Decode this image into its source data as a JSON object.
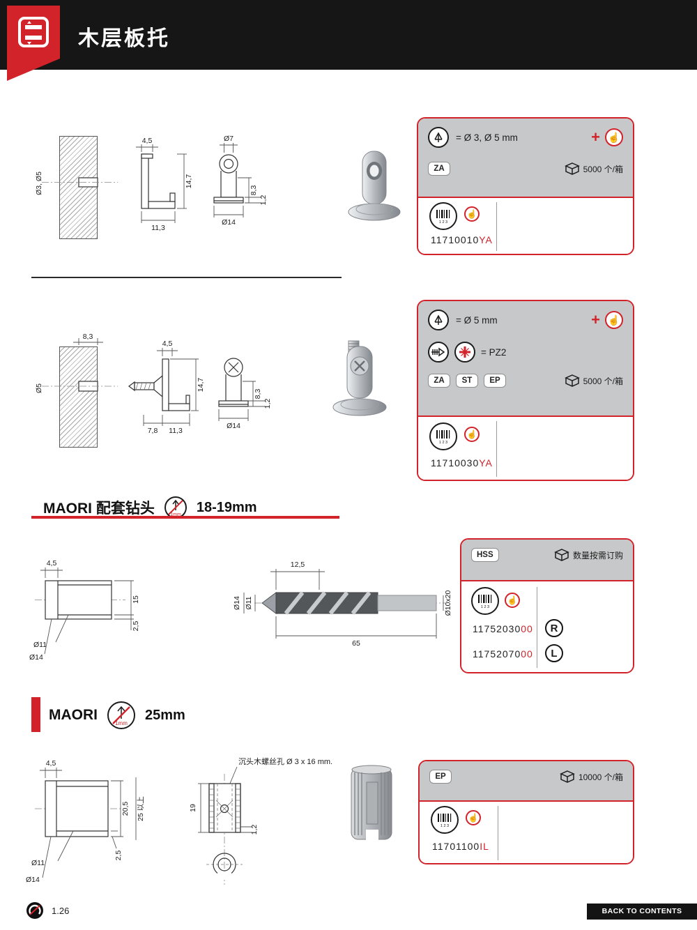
{
  "icons": {
    "barcode_label": "1 2 3",
    "hand": "☝",
    "depth": "1mm"
  },
  "header": {
    "title": "木层板托"
  },
  "p1": {
    "dims": {
      "dia": "Ø3, Ø5",
      "w_top": "4,5",
      "h": "14,7",
      "w_bot": "11,3",
      "dia_top": "Ø7",
      "h2": "8,3",
      "dia_base": "Ø14",
      "t": "1,2"
    },
    "box": {
      "spec": "= Ø 3, Ø 5 mm",
      "plus": "+",
      "mat": "ZA",
      "qty": "5000 个/箱",
      "code": "11710010",
      "code_suffix": "YA"
    }
  },
  "p2": {
    "dims": {
      "depth": "8,3",
      "w_top": "4,5",
      "dia": "Ø5",
      "h": "14,7",
      "w1": "7,8",
      "w2": "11,3",
      "dia_base": "Ø14",
      "h2": "8,3",
      "t": "1,2"
    },
    "box": {
      "spec": "= Ø 5 mm",
      "drive": "= PZ2",
      "plus": "+",
      "mat1": "ZA",
      "mat2": "ST",
      "mat3": "EP",
      "qty": "5000 个/箱",
      "code": "11710030",
      "code_suffix": "YA"
    }
  },
  "s1": {
    "title": "MAORI 配套钻头",
    "range": "18-19mm"
  },
  "p3": {
    "left": {
      "w": "4,5",
      "h": "15",
      "t": "2,5",
      "d1": "Ø11",
      "d2": "Ø14"
    },
    "right": {
      "w": "12,5",
      "d1": "Ø14",
      "d2": "Ø11",
      "len": "65",
      "shank": "Ø10x20"
    },
    "box": {
      "mat": "HSS",
      "qty": "数量按需订购",
      "code1": "11752030",
      "code1_suffix": "00",
      "hand1": "R",
      "code2": "11752070",
      "code2_suffix": "00",
      "hand2": "L"
    }
  },
  "s2": {
    "title": "MAORI",
    "size": "25mm"
  },
  "p4": {
    "left": {
      "w": "4,5",
      "h1": "20,5",
      "h2": "25 以上",
      "d1": "Ø11",
      "d2": "Ø14",
      "t": "2,5"
    },
    "mid": {
      "note": "沉头木螺丝孔 Ø 3 x 16 mm.",
      "h": "19",
      "t": "1,2"
    },
    "box": {
      "mat": "EP",
      "qty": "10000 个/箱",
      "code": "11701100",
      "code_suffix": "IL"
    }
  },
  "footer": {
    "page": "1.26",
    "back": "BACK TO CONTENTS"
  }
}
